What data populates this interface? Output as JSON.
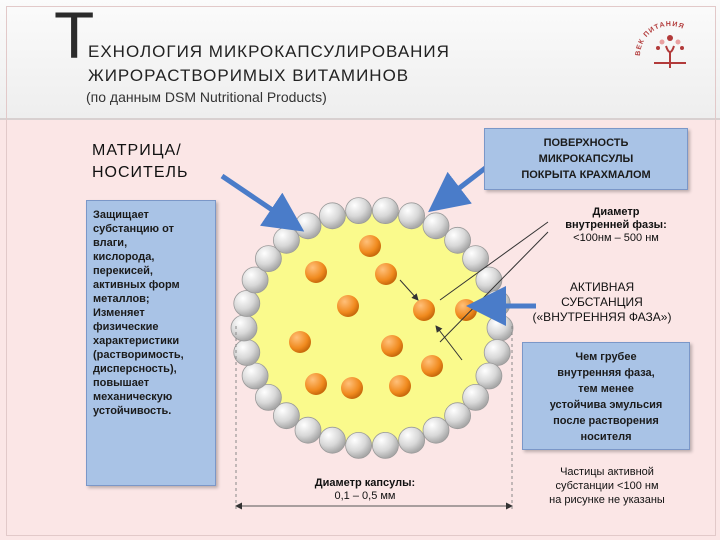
{
  "title": {
    "initial": "Т",
    "line1": "ЕХНОЛОГИЯ МИКРОКАПСУЛИРОВАНИЯ",
    "line2": "ЖИРОРАСТВОРИМЫХ ВИТАМИНОВ",
    "subtitle": "(по данным DSM Nutritional Products)"
  },
  "logo": {
    "text": "ВЕК ПИТАНИЯ"
  },
  "matrix": {
    "label_line1": "МАТРИЦА/",
    "label_line2": "НОСИТЕЛЬ",
    "description": [
      "Защищает",
      "субстанцию от",
      "влаги,",
      "кислорода,",
      "перекисей,",
      "активных форм",
      "металлов;",
      "Изменяет",
      "физические",
      "характеристики",
      "(растворимость,",
      "дисперсность),",
      "повышает",
      "механическую",
      "устойчивость."
    ]
  },
  "surface": {
    "lines": [
      "ПОВЕРХНОСТЬ",
      "МИКРОКАПСУЛЫ",
      "ПОКРЫТА КРАХМАЛОМ"
    ]
  },
  "inner_diameter": {
    "line1": "Диаметр",
    "line2": "внутренней фазы:",
    "range": "<100нм – 500 нм"
  },
  "active": {
    "lines": [
      "АКТИВНАЯ",
      "СУБСТАНЦИЯ",
      "(«ВНУТРЕННЯЯ ФАЗА»)"
    ]
  },
  "coarse": {
    "lines": [
      "Чем грубее",
      "внутренняя фаза,",
      "тем менее",
      "устойчива эмульсия",
      "после растворения",
      "носителя"
    ]
  },
  "capsule_diameter": {
    "label": "Диаметр капсулы:",
    "range": "0,1 – 0,5 мм"
  },
  "note": {
    "lines": [
      "Частицы активной",
      "субстанции <100 нм",
      "на рисунке не указаны"
    ]
  },
  "colors": {
    "capsule_fill": "#fafa8c",
    "bead": "#d2d2d2",
    "droplet": "#f28a1e",
    "arrow": "#4a7cc9",
    "box": "#a9c3e6"
  }
}
